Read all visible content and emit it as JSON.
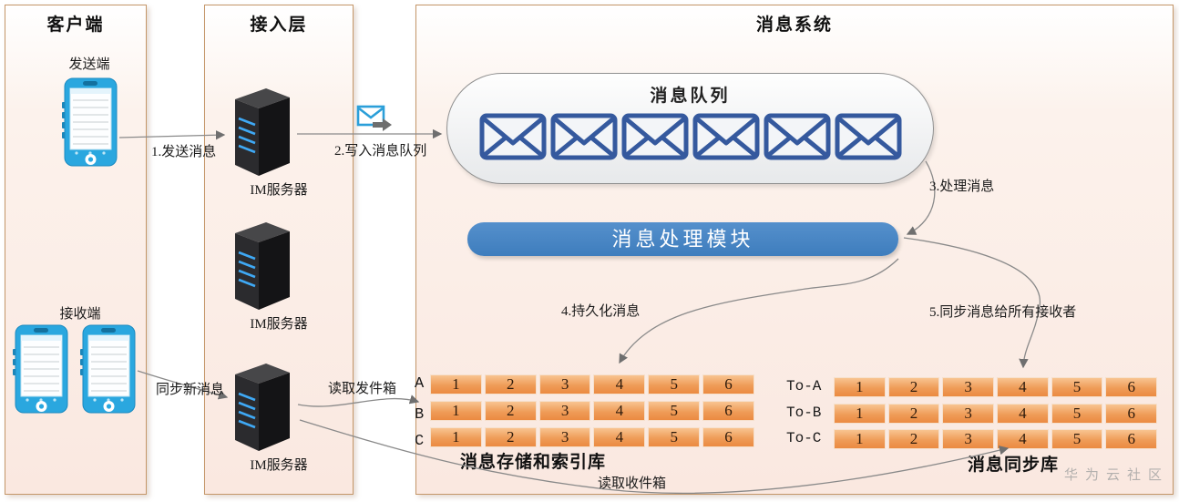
{
  "panels": {
    "client": "客户端",
    "access": "接入层",
    "system": "消息系统"
  },
  "client": {
    "sender": "发送端",
    "receiver": "接收端"
  },
  "access": {
    "server1": "IM服务器",
    "server2": "IM服务器",
    "server3": "IM服务器"
  },
  "system": {
    "queue_title": "消息队列",
    "processor": "消息处理模块",
    "storage": {
      "caption": "消息存储和索引库",
      "rows": [
        {
          "label": "A",
          "cells": [
            "1",
            "2",
            "3",
            "4",
            "5",
            "6"
          ]
        },
        {
          "label": "B",
          "cells": [
            "1",
            "2",
            "3",
            "4",
            "5",
            "6"
          ]
        },
        {
          "label": "C",
          "cells": [
            "1",
            "2",
            "3",
            "4",
            "5",
            "6"
          ]
        }
      ]
    },
    "sync": {
      "caption": "消息同步库",
      "rows": [
        {
          "label": "To-A",
          "cells": [
            "1",
            "2",
            "3",
            "4",
            "5",
            "6"
          ]
        },
        {
          "label": "To-B",
          "cells": [
            "1",
            "2",
            "3",
            "4",
            "5",
            "6"
          ]
        },
        {
          "label": "To-C",
          "cells": [
            "1",
            "2",
            "3",
            "4",
            "5",
            "6"
          ]
        }
      ]
    }
  },
  "flows": {
    "step1": "1.发送消息",
    "step2": "2.写入消息队列",
    "step3": "3.处理消息",
    "step4": "4.持久化消息",
    "step5": "5.同步消息给所有接收者",
    "read_outbox": "读取发件箱",
    "read_inbox": "读取收件箱",
    "sync_new": "同步新消息"
  },
  "watermark": "华为云社区",
  "colors": {
    "accent_blue": "#4384C4",
    "envelope_blue": "#35599E",
    "cell_orange": "#EE9350",
    "panel_border": "#C49668",
    "phone_blue": "#2AA7DF",
    "connector_gray": "#8A8A8A"
  }
}
